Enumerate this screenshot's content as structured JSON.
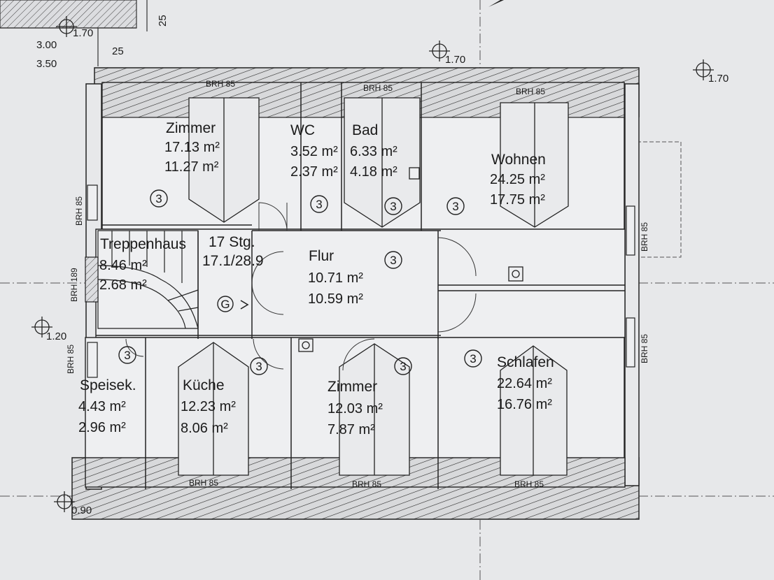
{
  "rooms": [
    {
      "name": "Zimmer",
      "area1": "17.13 m²",
      "area2": "11.27 m²"
    },
    {
      "name": "WC",
      "area1": "3.52 m²",
      "area2": "2.37 m²"
    },
    {
      "name": "Bad",
      "area1": "6.33 m²",
      "area2": "4.18 m²"
    },
    {
      "name": "Wohnen",
      "area1": "24.25 m²",
      "area2": "17.75 m²"
    },
    {
      "name": "Treppenhaus",
      "area1": "8.46 m²",
      "area2": "2.68 m²"
    },
    {
      "name": "Flur",
      "area1": "10.71 m²",
      "area2": "10.59 m²"
    },
    {
      "name": "Speisek.",
      "area1": "4.43 m²",
      "area2": "2.96 m²"
    },
    {
      "name": "Küche",
      "area1": "12.23 m²",
      "area2": "8.06 m²"
    },
    {
      "name": "Zimmer",
      "area1": "12.03 m²",
      "area2": "7.87 m²"
    },
    {
      "name": "Schlafen",
      "area1": "22.64 m²",
      "area2": "16.76 m²"
    }
  ],
  "stairs": {
    "steps": "17 Stg.",
    "ratio": "17.1/28.9",
    "symbol": "G"
  },
  "window_labels": [
    "BRH 85",
    "BRH 85",
    "BRH 85",
    "BRH 85",
    "BRH 85",
    "BRH 85",
    "BRH 85",
    "BRH 189",
    "BRH 85",
    "BRH 85",
    "BRH 85"
  ],
  "room_marker": "3",
  "dimensions": {
    "level_top_left": "1.70",
    "level_top_center": "1.70",
    "level_right": "1.70",
    "level_left": "1.20",
    "level_bottom": "0.90",
    "top_25a": "25",
    "top_25b": "25",
    "val_3_00": "3.00",
    "val_3_50": "3.50"
  }
}
